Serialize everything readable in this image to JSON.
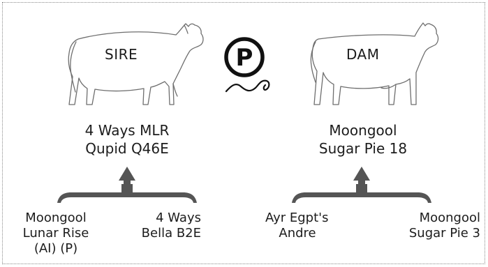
{
  "sire": {
    "label": "SIRE",
    "name_line1": "4 Ways MLR",
    "name_line2": "Qupid Q46E"
  },
  "dam": {
    "label": "DAM",
    "name_line1": "Moongool",
    "name_line2": "Sugar Pie 18"
  },
  "poll_symbol": "P",
  "sire_parents": {
    "sire": [
      "Moongool",
      "Lunar Rise",
      "(AI) (P)"
    ],
    "dam": [
      "4 Ways",
      "Bella B2E"
    ]
  },
  "dam_parents": {
    "sire": [
      "Ayr Egpt's",
      "Andre"
    ],
    "dam": [
      "Moongool",
      "Sugar Pie 3"
    ]
  },
  "colors": {
    "arrow": "#555555",
    "outline": "#6e6e6e"
  },
  "icons": [
    "bull-icon",
    "poll-symbol-icon",
    "cow-icon",
    "bracket-arrow-icon"
  ]
}
